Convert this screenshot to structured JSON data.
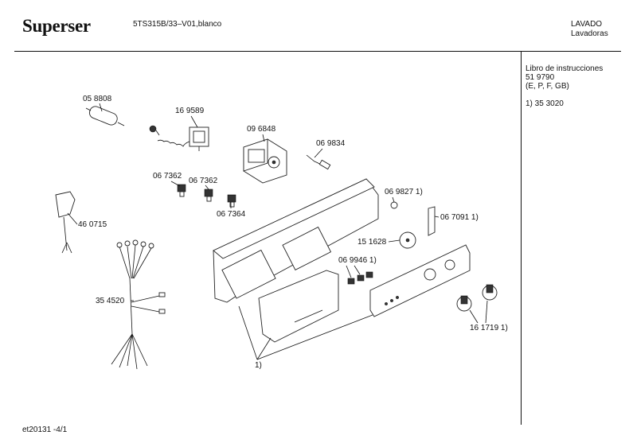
{
  "header": {
    "brand": "Superser",
    "model": "5TS315B/33–V01,blanco",
    "category_line1": "LAVADO",
    "category_line2": "Lavadoras"
  },
  "sidebar": {
    "manual_title": "Libro de instrucciones",
    "manual_number": "51 9790",
    "manual_languages": "(E, P, F, GB)",
    "note": "1)  35 3020"
  },
  "footer": {
    "code": "et20131  -4/1"
  },
  "parts": [
    {
      "label": "05 8808"
    },
    {
      "label": "16 9589"
    },
    {
      "label": "09 6848"
    },
    {
      "label": "06 9834"
    },
    {
      "label": "06 7362"
    },
    {
      "label": "06 7362"
    },
    {
      "label": "06 7364"
    },
    {
      "label": "46 0715"
    },
    {
      "label": "06 9827 1)"
    },
    {
      "label": "06 7091 1)"
    },
    {
      "label": "15 1628"
    },
    {
      "label": "06 9946 1)"
    },
    {
      "label": "35 4520"
    },
    {
      "label": "16 1719 1)"
    },
    {
      "label": "1)"
    }
  ]
}
